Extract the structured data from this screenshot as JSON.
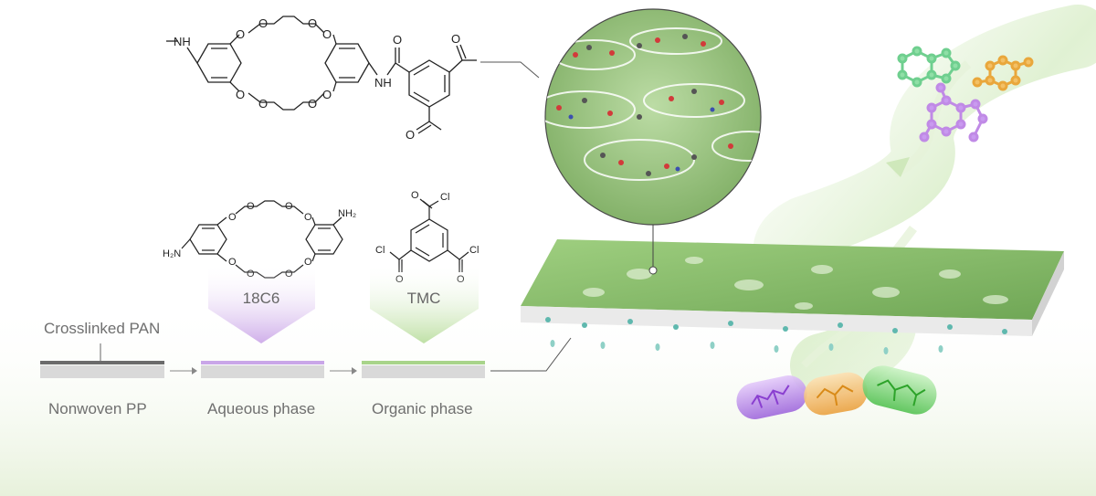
{
  "substrate": {
    "top_label": "Crosslinked PAN",
    "bottom_label": "Nonwoven PP"
  },
  "steps": [
    {
      "reagent": "18C6",
      "phase": "Aqueous phase"
    },
    {
      "reagent": "TMC",
      "phase": "Organic phase"
    }
  ],
  "monomer_atoms": {
    "amine_group": "NH",
    "amine_label": "NH₂",
    "h2n_label": "H₂N",
    "oxygen": "O",
    "chlorine": "Cl"
  },
  "colors": {
    "aqueous": "#c9a6e8",
    "organic": "#a8d48a",
    "membrane_top": "#8cc26d",
    "support": "#e8e8e8",
    "background_glow": "#eef5e4",
    "capsule_purple": "#b07ee6",
    "capsule_orange": "#f0b25a",
    "capsule_green": "#6ccf6a"
  }
}
